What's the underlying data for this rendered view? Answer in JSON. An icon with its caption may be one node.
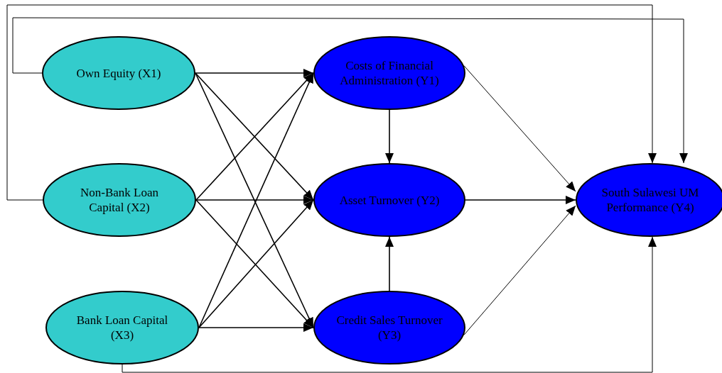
{
  "diagram": {
    "nodes": [
      {
        "text": [
          "Own Equity (X1)"
        ]
      },
      {
        "text": [
          "Non-Bank Loan Capital (X2)"
        ]
      },
      {
        "text": [
          "Bank Loan Capital (X3)"
        ]
      },
      {
        "text": [
          "Costs of Financial Administration (Y1)"
        ]
      },
      {
        "text": [
          "Asset Turnover (Y2)"
        ]
      },
      {
        "text": [
          "Credit Sales Turnover (Y3)"
        ]
      },
      {
        "text": [
          "South Sulawesi UM Performance (Y4)"
        ]
      }
    ],
    "edges": [
      {
        "from": 0,
        "to": 3,
        "arrow": "to"
      },
      {
        "from": 0,
        "to": 4,
        "arrow": "to"
      },
      {
        "from": 0,
        "to": 5,
        "arrow": "to"
      },
      {
        "from": 1,
        "to": 3,
        "arrow": "to"
      },
      {
        "from": 1,
        "to": 4,
        "arrow": "to"
      },
      {
        "from": 1,
        "to": 5,
        "arrow": "to"
      },
      {
        "from": 2,
        "to": 3,
        "arrow": "to"
      },
      {
        "from": 2,
        "to": 4,
        "arrow": "to"
      },
      {
        "from": 2,
        "to": 5,
        "arrow": "to"
      },
      {
        "from": 3,
        "to": 4,
        "arrow": "to"
      },
      {
        "from": 5,
        "to": 4,
        "arrow": "to"
      },
      {
        "from": 3,
        "to": 6,
        "arrow": "to"
      },
      {
        "from": 4,
        "to": 6,
        "arrow": "to"
      },
      {
        "from": 5,
        "to": 6,
        "arrow": "to"
      },
      {
        "from": 0,
        "to": 6,
        "arrow": "to"
      },
      {
        "from": 1,
        "to": 6,
        "arrow": "to"
      },
      {
        "from": 2,
        "to": 6,
        "arrow": "to"
      }
    ]
  }
}
